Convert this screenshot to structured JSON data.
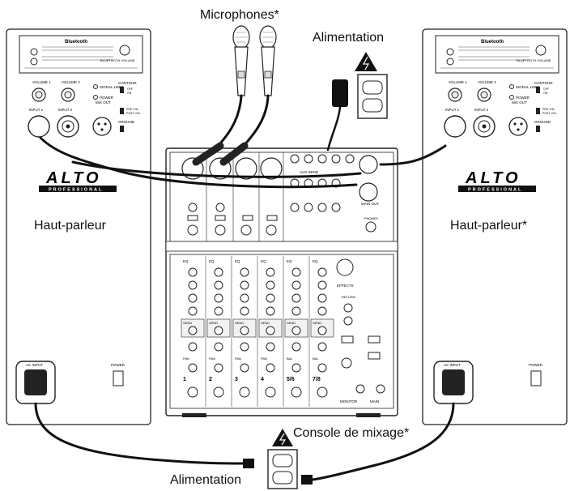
{
  "labels": {
    "microphones": "Microphones*",
    "power_top": "Alimentation",
    "power_bottom": "Alimentation",
    "speaker_left": "Haut-parleur",
    "speaker_right": "Haut-parleur*",
    "mixer": "Console de mixage*"
  },
  "speaker_panel": {
    "brand": "ALTO",
    "brand_sub": "PROFESSIONAL",
    "bluetooth": "Bluetooth",
    "bt_volume": "BLUETOOTH VOLUME",
    "volume1": "VOLUME 1",
    "volume2": "VOLUME 2",
    "signal_limit": "SIGNAL LIMIT",
    "power_led": "POWER",
    "contour": "CONTOUR",
    "off": "OFF",
    "on": "ON",
    "input1": "INPUT 1",
    "input2": "INPUT 2",
    "mix_out": "MIX OUT",
    "pre_vol": "PRE VOL.",
    "post_vol": "POST VOL.",
    "ground": "GROUND",
    "ac_input": "AC INPUT",
    "power_switch": "POWER"
  },
  "mixer_panel": {
    "aux_send": "AUX SEND",
    "phones": "PHONES",
    "main_out": "MAIN OUT",
    "effects": "EFFECTS",
    "return": "RETURN",
    "eq": "EQ",
    "send": "SEND",
    "pan": "PAN",
    "bal": "BAL",
    "monitor": "MONITOR",
    "main": "MAIN",
    "channels": [
      "1",
      "2",
      "3",
      "4",
      "5/6",
      "7/8"
    ]
  }
}
